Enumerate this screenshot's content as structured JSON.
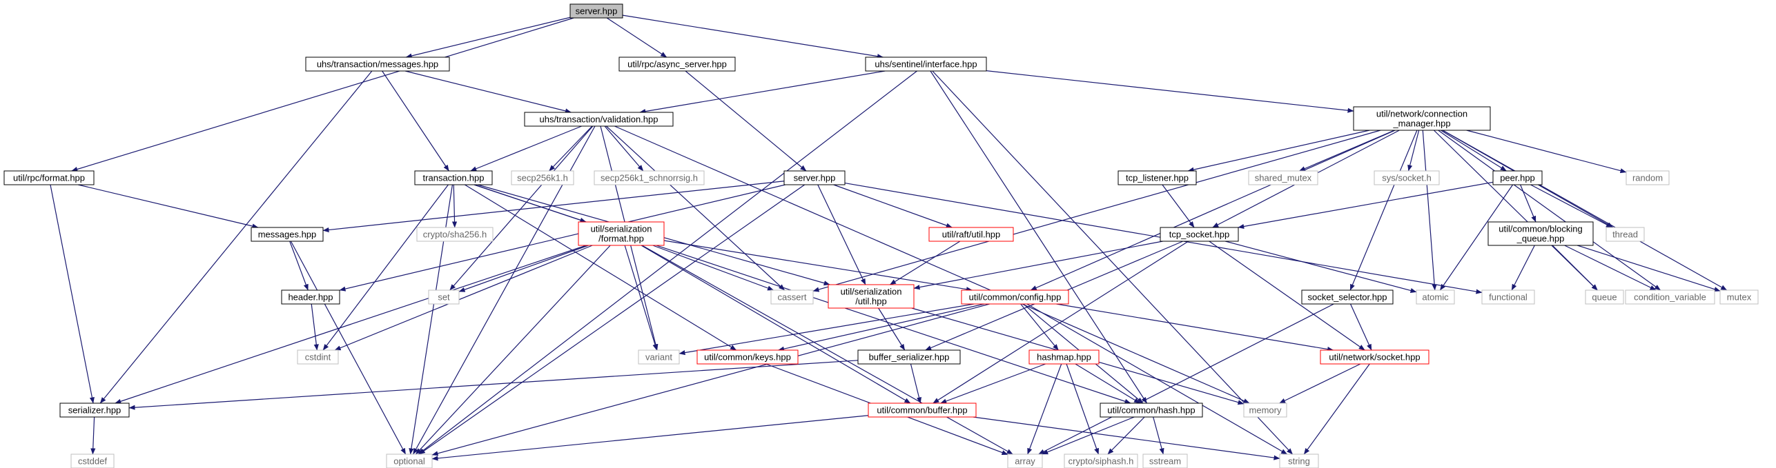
{
  "nodes": [
    {
      "id": "server_hpp_root",
      "label": "server.hpp",
      "style": "root"
    },
    {
      "id": "rpc_format",
      "label": "util/rpc/format.hpp",
      "style": "documented"
    },
    {
      "id": "tx_messages",
      "label": "uhs/transaction/messages.hpp",
      "style": "documented"
    },
    {
      "id": "async_server",
      "label": "util/rpc/async_server.hpp",
      "style": "documented"
    },
    {
      "id": "sentinel",
      "label": "uhs/sentinel/interface.hpp",
      "style": "documented"
    },
    {
      "id": "validation",
      "label": "uhs/transaction/validation.hpp",
      "style": "documented"
    },
    {
      "id": "conn_mgr",
      "label": [
        "util/network/connection",
        "_manager.hpp"
      ],
      "style": "documented"
    },
    {
      "id": "transaction",
      "label": "transaction.hpp",
      "style": "documented"
    },
    {
      "id": "secp256k1",
      "label": "secp256k1.h",
      "style": "system"
    },
    {
      "id": "schnorr",
      "label": "secp256k1_schnorrsig.h",
      "style": "system"
    },
    {
      "id": "server2",
      "label": "server.hpp",
      "style": "documented"
    },
    {
      "id": "tcp_listener",
      "label": "tcp_listener.hpp",
      "style": "documented"
    },
    {
      "id": "shared_mutex",
      "label": "shared_mutex",
      "style": "system"
    },
    {
      "id": "sys_socket",
      "label": "sys/socket.h",
      "style": "system"
    },
    {
      "id": "peer",
      "label": "peer.hpp",
      "style": "documented"
    },
    {
      "id": "random",
      "label": "random",
      "style": "system"
    },
    {
      "id": "crypto_sha",
      "label": "crypto/sha256.h",
      "style": "system"
    },
    {
      "id": "messages",
      "label": "messages.hpp",
      "style": "documented"
    },
    {
      "id": "ser_format",
      "label": [
        "util/serialization",
        "/format.hpp"
      ],
      "style": "truncated"
    },
    {
      "id": "raft_util",
      "label": "util/raft/util.hpp",
      "style": "truncated"
    },
    {
      "id": "tcp_socket",
      "label": "tcp_socket.hpp",
      "style": "documented"
    },
    {
      "id": "blocking_queue",
      "label": [
        "util/common/blocking",
        "_queue.hpp"
      ],
      "style": "documented"
    },
    {
      "id": "thread",
      "label": "thread",
      "style": "system"
    },
    {
      "id": "header",
      "label": "header.hpp",
      "style": "documented"
    },
    {
      "id": "set",
      "label": "set",
      "style": "system"
    },
    {
      "id": "cassert",
      "label": "cassert",
      "style": "system"
    },
    {
      "id": "ser_util",
      "label": [
        "util/serialization",
        "/util.hpp"
      ],
      "style": "truncated"
    },
    {
      "id": "config",
      "label": "util/common/config.hpp",
      "style": "truncated"
    },
    {
      "id": "socket_selector",
      "label": "socket_selector.hpp",
      "style": "documented"
    },
    {
      "id": "atomic",
      "label": "atomic",
      "style": "system"
    },
    {
      "id": "functional",
      "label": "functional",
      "style": "system"
    },
    {
      "id": "queue",
      "label": "queue",
      "style": "system"
    },
    {
      "id": "cond_var",
      "label": "condition_variable",
      "style": "system"
    },
    {
      "id": "mutex",
      "label": "mutex",
      "style": "system"
    },
    {
      "id": "cstdint",
      "label": "cstdint",
      "style": "system"
    },
    {
      "id": "variant",
      "label": "variant",
      "style": "system"
    },
    {
      "id": "keys",
      "label": "util/common/keys.hpp",
      "style": "truncated"
    },
    {
      "id": "buffer_ser",
      "label": "buffer_serializer.hpp",
      "style": "documented"
    },
    {
      "id": "hashmap",
      "label": "hashmap.hpp",
      "style": "truncated"
    },
    {
      "id": "net_socket",
      "label": "util/network/socket.hpp",
      "style": "truncated"
    },
    {
      "id": "serializer",
      "label": "serializer.hpp",
      "style": "documented"
    },
    {
      "id": "buffer",
      "label": "util/common/buffer.hpp",
      "style": "truncated"
    },
    {
      "id": "hash",
      "label": "util/common/hash.hpp",
      "style": "documented"
    },
    {
      "id": "memory",
      "label": "memory",
      "style": "system"
    },
    {
      "id": "cstddef",
      "label": "cstddef",
      "style": "system"
    },
    {
      "id": "optional",
      "label": "optional",
      "style": "system"
    },
    {
      "id": "array",
      "label": "array",
      "style": "system"
    },
    {
      "id": "siphash",
      "label": "crypto/siphash.h",
      "style": "system"
    },
    {
      "id": "sstream",
      "label": "sstream",
      "style": "system"
    },
    {
      "id": "string",
      "label": "string",
      "style": "system"
    }
  ],
  "edges": [
    [
      "server_hpp_root",
      "rpc_format"
    ],
    [
      "server_hpp_root",
      "tx_messages"
    ],
    [
      "server_hpp_root",
      "async_server"
    ],
    [
      "server_hpp_root",
      "sentinel"
    ],
    [
      "rpc_format",
      "serializer"
    ],
    [
      "rpc_format",
      "messages"
    ],
    [
      "tx_messages",
      "serializer"
    ],
    [
      "tx_messages",
      "validation"
    ],
    [
      "tx_messages",
      "transaction"
    ],
    [
      "async_server",
      "server2"
    ],
    [
      "sentinel",
      "validation"
    ],
    [
      "sentinel",
      "conn_mgr"
    ],
    [
      "sentinel",
      "optional"
    ],
    [
      "sentinel",
      "hash"
    ],
    [
      "sentinel",
      "string"
    ],
    [
      "validation",
      "transaction"
    ],
    [
      "validation",
      "secp256k1"
    ],
    [
      "validation",
      "schnorr"
    ],
    [
      "validation",
      "set"
    ],
    [
      "validation",
      "cassert"
    ],
    [
      "validation",
      "variant"
    ],
    [
      "validation",
      "memory"
    ],
    [
      "validation",
      "optional"
    ],
    [
      "conn_mgr",
      "tcp_listener"
    ],
    [
      "conn_mgr",
      "shared_mutex"
    ],
    [
      "conn_mgr",
      "sys_socket"
    ],
    [
      "conn_mgr",
      "peer"
    ],
    [
      "conn_mgr",
      "random"
    ],
    [
      "conn_mgr",
      "tcp_socket"
    ],
    [
      "conn_mgr",
      "socket_selector"
    ],
    [
      "conn_mgr",
      "config"
    ],
    [
      "conn_mgr",
      "cassert"
    ],
    [
      "conn_mgr",
      "thread"
    ],
    [
      "conn_mgr",
      "atomic"
    ],
    [
      "conn_mgr",
      "queue"
    ],
    [
      "conn_mgr",
      "cond_var"
    ],
    [
      "conn_mgr",
      "mutex"
    ],
    [
      "transaction",
      "crypto_sha"
    ],
    [
      "transaction",
      "ser_format"
    ],
    [
      "transaction",
      "ser_util"
    ],
    [
      "transaction",
      "keys"
    ],
    [
      "transaction",
      "hash"
    ],
    [
      "transaction",
      "optional"
    ],
    [
      "transaction",
      "cstdint"
    ],
    [
      "server2",
      "messages"
    ],
    [
      "server2",
      "raft_util"
    ],
    [
      "server2",
      "ser_util"
    ],
    [
      "server2",
      "header"
    ],
    [
      "server2",
      "functional"
    ],
    [
      "server2",
      "optional"
    ],
    [
      "tcp_listener",
      "tcp_socket"
    ],
    [
      "peer",
      "tcp_socket"
    ],
    [
      "peer",
      "blocking_queue"
    ],
    [
      "peer",
      "thread"
    ],
    [
      "peer",
      "atomic"
    ],
    [
      "messages",
      "header"
    ],
    [
      "messages",
      "optional"
    ],
    [
      "ser_format",
      "set"
    ],
    [
      "ser_format",
      "cassert"
    ],
    [
      "ser_format",
      "config"
    ],
    [
      "ser_format",
      "serializer"
    ],
    [
      "ser_format",
      "variant"
    ],
    [
      "ser_format",
      "cstdint"
    ],
    [
      "ser_format",
      "optional"
    ],
    [
      "ser_format",
      "array"
    ],
    [
      "ser_format",
      "buffer"
    ],
    [
      "raft_util",
      "ser_util"
    ],
    [
      "tcp_socket",
      "ser_util"
    ],
    [
      "tcp_socket",
      "buffer_ser"
    ],
    [
      "tcp_socket",
      "atomic"
    ],
    [
      "tcp_socket",
      "net_socket"
    ],
    [
      "tcp_socket",
      "buffer"
    ],
    [
      "blocking_queue",
      "functional"
    ],
    [
      "blocking_queue",
      "queue"
    ],
    [
      "blocking_queue",
      "cond_var"
    ],
    [
      "blocking_queue",
      "mutex"
    ],
    [
      "header",
      "cstdint"
    ],
    [
      "ser_util",
      "buffer_ser"
    ],
    [
      "ser_util",
      "memory"
    ],
    [
      "config",
      "keys"
    ],
    [
      "config",
      "variant"
    ],
    [
      "config",
      "hashmap"
    ],
    [
      "config",
      "net_socket"
    ],
    [
      "config",
      "hash"
    ],
    [
      "config",
      "string"
    ],
    [
      "config",
      "optional"
    ],
    [
      "socket_selector",
      "net_socket"
    ],
    [
      "socket_selector",
      "array"
    ],
    [
      "keys",
      "array"
    ],
    [
      "buffer_ser",
      "buffer"
    ],
    [
      "buffer_ser",
      "serializer"
    ],
    [
      "hashmap",
      "buffer"
    ],
    [
      "hashmap",
      "hash"
    ],
    [
      "hashmap",
      "array"
    ],
    [
      "hashmap",
      "siphash"
    ],
    [
      "net_socket",
      "memory"
    ],
    [
      "net_socket",
      "string"
    ],
    [
      "serializer",
      "cstddef"
    ],
    [
      "buffer",
      "optional"
    ],
    [
      "buffer",
      "string"
    ],
    [
      "hash",
      "array"
    ],
    [
      "hash",
      "siphash"
    ],
    [
      "hash",
      "sstream"
    ]
  ],
  "colors": {
    "edge": "#191970",
    "documented_border": "#000000",
    "truncated_border": "#ff0000",
    "system_border": "#bfbfbf",
    "system_text": "#666666",
    "root_fill": "#bfbfbf",
    "node_fill": "#ffffff"
  }
}
